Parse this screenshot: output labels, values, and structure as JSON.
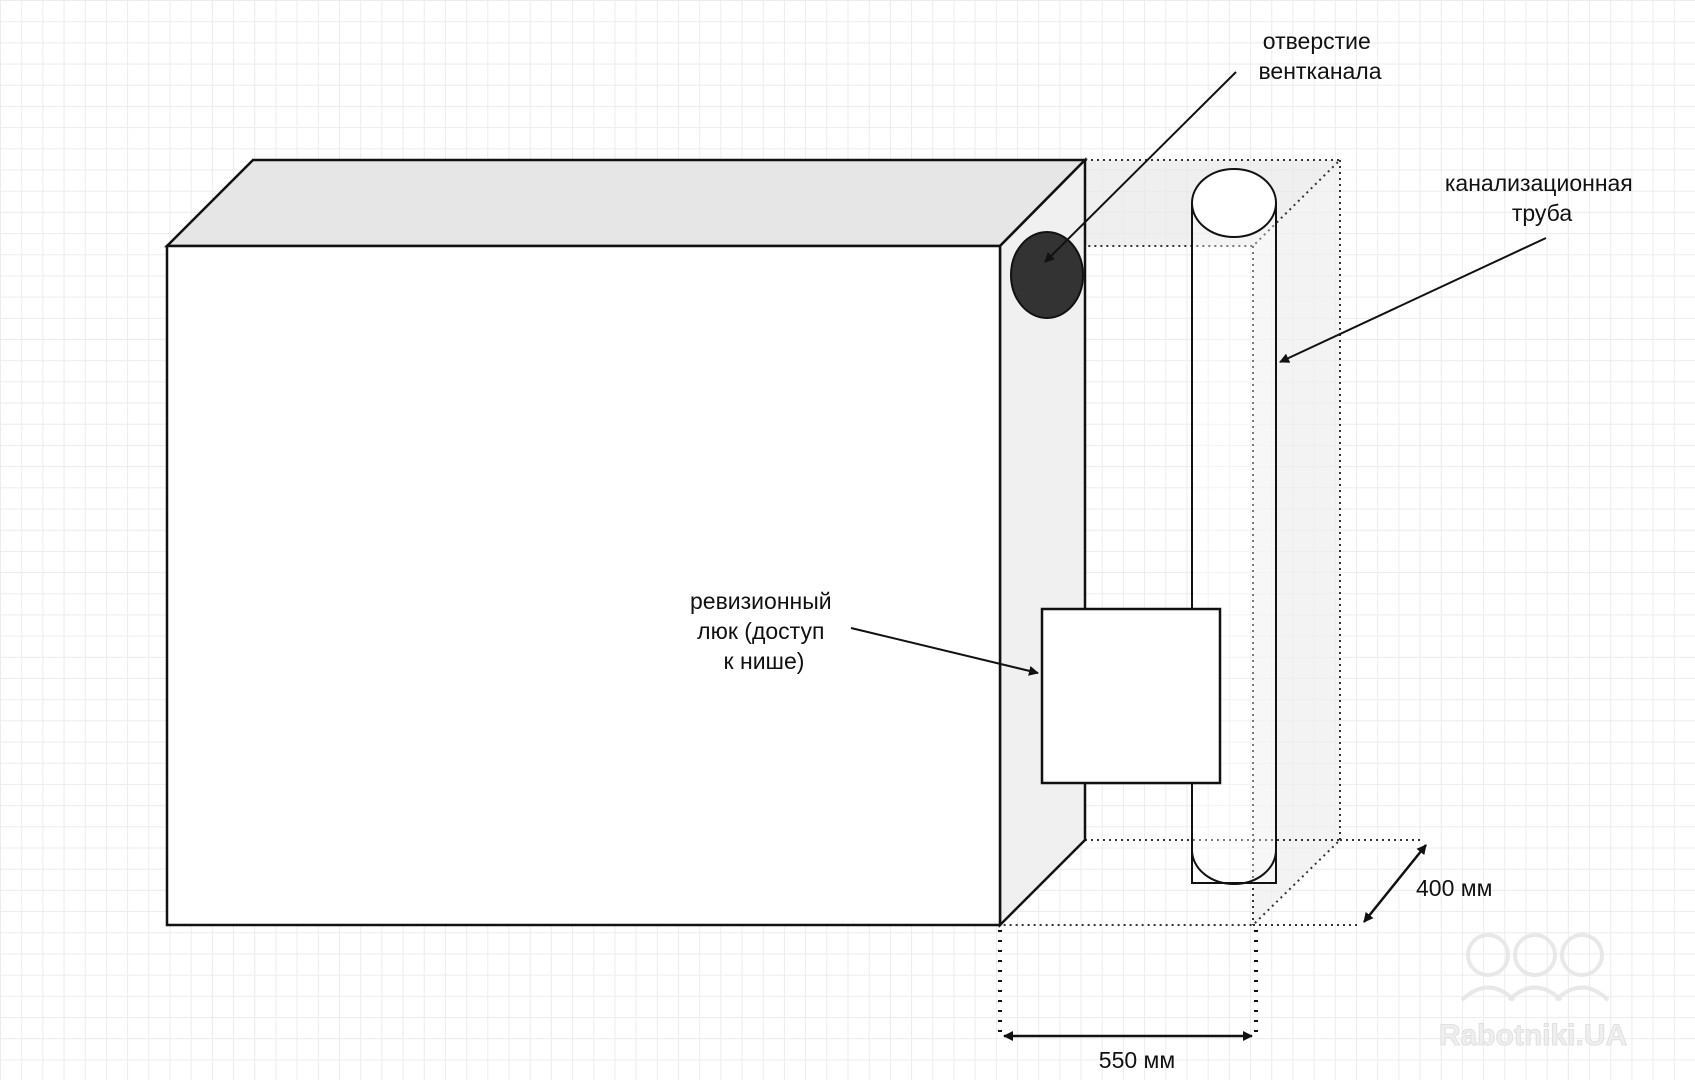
{
  "labels": {
    "vent_opening": [
      "отверстие",
      "вентканала"
    ],
    "sewer_pipe": [
      "канализационная",
      "труба"
    ],
    "inspection_hatch": [
      "ревизионный",
      "люк (доступ",
      "к нише)"
    ],
    "width_dim": "550 мм",
    "depth_dim": "400 мм"
  },
  "watermark": "Rabotniki.UA",
  "colors": {
    "outline": "#111111",
    "box_top": "#e6e6e6",
    "box_side": "#f0f0f0",
    "niche_fill": "#ececec",
    "vent_hole": "#333333",
    "watermark": "#eeeeee"
  }
}
